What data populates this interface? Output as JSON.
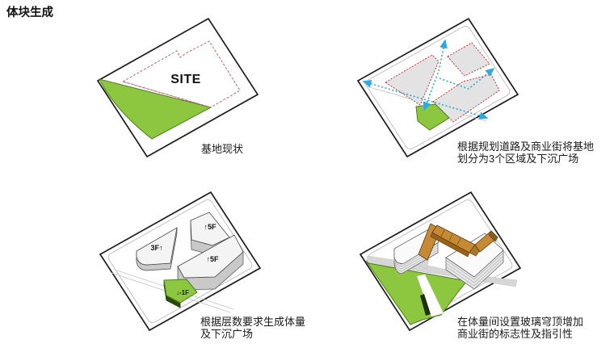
{
  "page": {
    "title": "体块生成",
    "background": "#ffffff"
  },
  "colors": {
    "green": "#8DC63F",
    "red_dashed_site": "#BD6A6E",
    "red_dashed_blocks": "#C94040",
    "blue_arrow": "#2BA9E0",
    "block_gray": "#E3E3E3",
    "massing_top": "#F4F4F4",
    "massing_side": "#C9C9C9",
    "glass_roof_orange": "#C58A33",
    "glass_roof_dark": "#96621C",
    "outline_black": "#1B1B1B"
  },
  "diagrams": [
    {
      "id": "site-status",
      "labels": [
        "SITE"
      ],
      "caption_line1": "基地现状",
      "caption_line2": ""
    },
    {
      "id": "zoning-division",
      "labels": [],
      "caption_line1": "根据规划道路及商业街将基地",
      "caption_line2": "划分为3个区域及下沉广场"
    },
    {
      "id": "massing-floors",
      "labels": [
        "3F↑",
        "↑5F",
        "↑5F",
        "↓-1F"
      ],
      "caption_line1": "根据层数要求生成体量",
      "caption_line2": "及下沉广场"
    },
    {
      "id": "glass-roof",
      "labels": [],
      "caption_line1": "在体量间设置玻璃穹顶增加",
      "caption_line2": "商业街的标志性及指引性"
    }
  ]
}
